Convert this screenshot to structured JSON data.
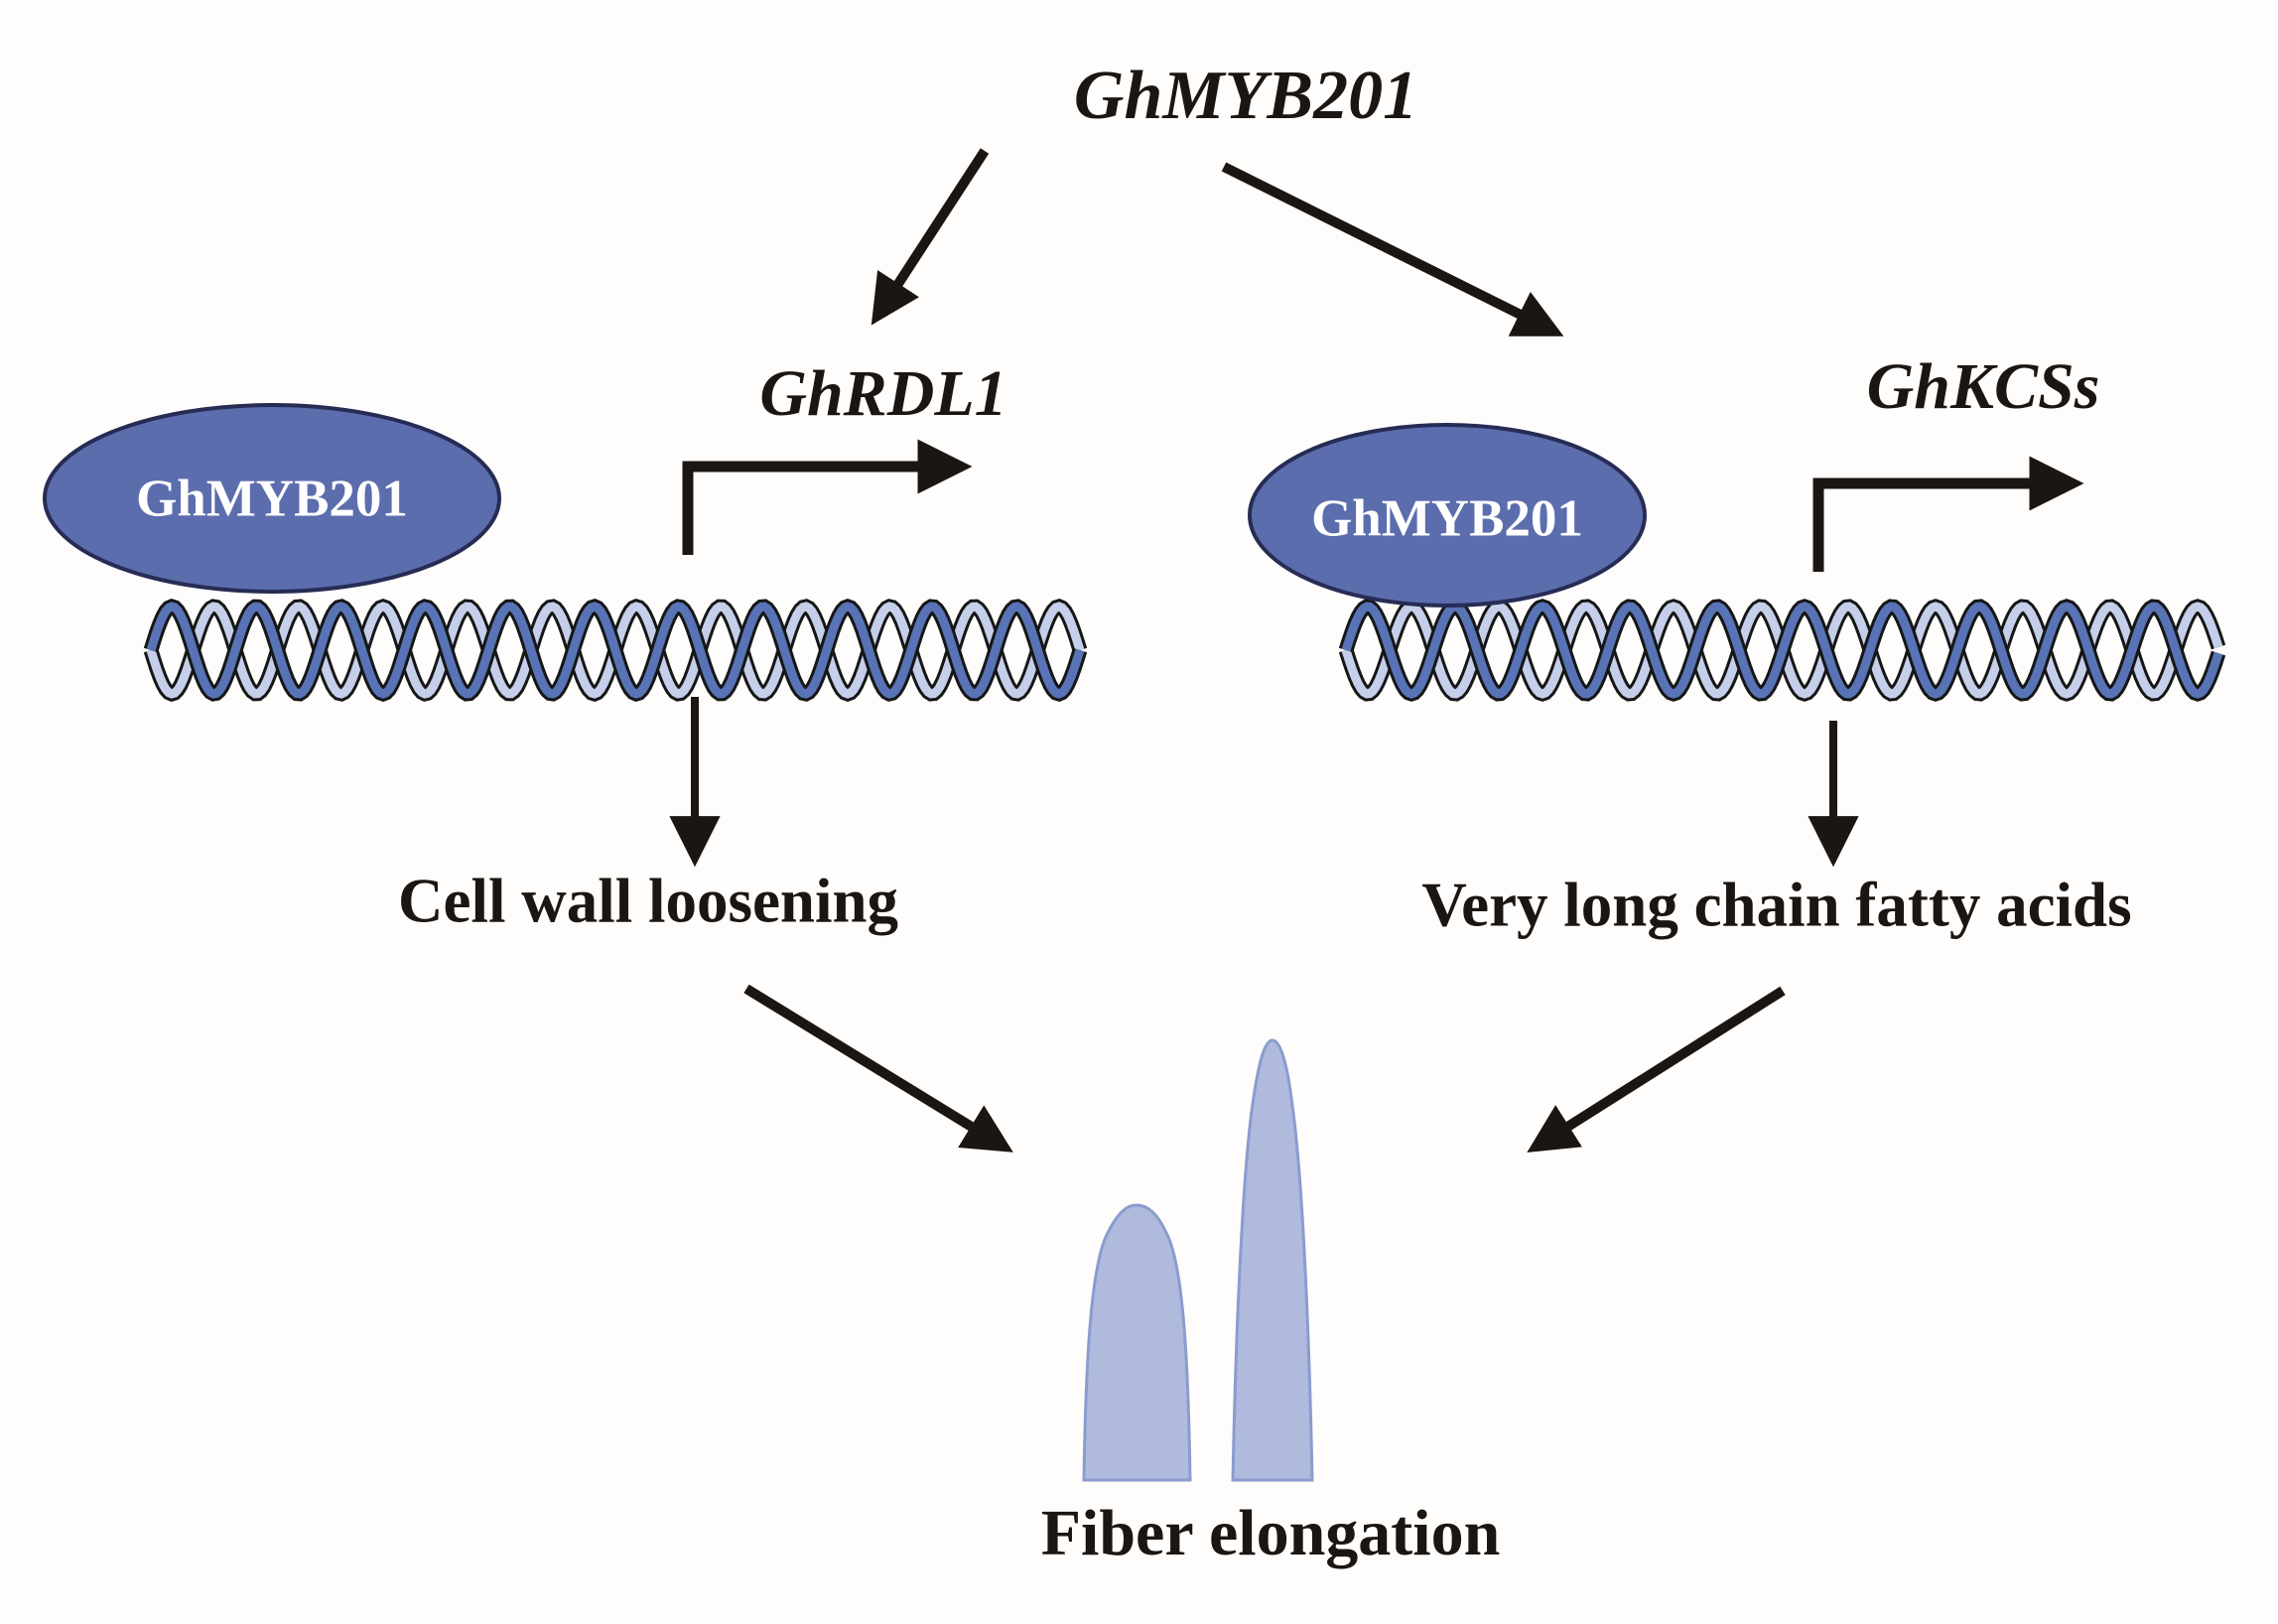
{
  "figure": {
    "title_gene": "GhMYB201"
  },
  "left_pathway": {
    "transcription_factor": "GhMYB201",
    "target_gene": "GhRDL1",
    "effect": "Cell wall loosening"
  },
  "right_pathway": {
    "transcription_factor": "GhMYB201",
    "target_gene": "GhKCSs",
    "effect": "Very long chain fatty acids"
  },
  "outcome": "Fiber elongation",
  "colors": {
    "background": "#fefdfb",
    "text": "#1c1613",
    "arrow": "#1c1613",
    "ellipse_fill": "#5b6dad",
    "ellipse_stroke": "#272c55",
    "ellipse_text": "#ffffff",
    "dna_dark": "#5873b6",
    "dna_light": "#c5cfea",
    "dna_outline": "#161616",
    "fiber_fill": "#afbadd",
    "fiber_stroke": "#8b9cce"
  }
}
